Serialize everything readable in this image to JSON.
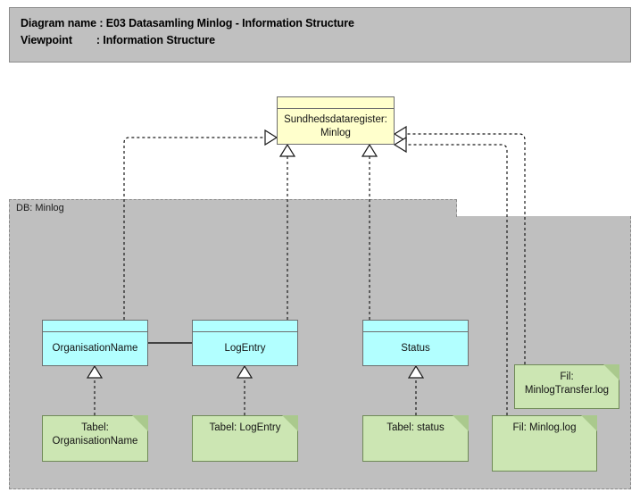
{
  "diagram": {
    "header": {
      "line1_label": "Diagram name",
      "line1_sep": ": ",
      "line1_value": "E03 Datasamling Minlog - Information Structure",
      "line1_full": "Diagram name : E03 Datasamling Minlog - Information Structure",
      "line2_label": "Viewpoint",
      "line2_sep": ": ",
      "line2_value": "Information Structure",
      "line2_full": "Viewpoint        : Information Structure"
    },
    "colors": {
      "header_fill": "#c0c0c0",
      "group_fill": "#bfbfbf",
      "business_object": "#ffffcc",
      "data_object": "#b2ffff",
      "artifact": "#cce6b3",
      "line": "#1a1a1a",
      "canvas": "#ffffff"
    },
    "group": {
      "name": "DB: Minlog"
    },
    "nodes": {
      "business_object": {
        "label": "Sundhedsdataregister: Minlog",
        "type": "business-object"
      },
      "data_objects": [
        {
          "label": "OrganisationName",
          "type": "data-object"
        },
        {
          "label": "LogEntry",
          "type": "data-object"
        },
        {
          "label": "Status",
          "type": "data-object"
        }
      ],
      "artifacts": [
        {
          "label": "Tabel: OrganisationName",
          "type": "artifact"
        },
        {
          "label": "Tabel: LogEntry",
          "type": "artifact"
        },
        {
          "label": "Tabel: status",
          "type": "artifact"
        },
        {
          "label": "Fil: MinlogTransfer.log",
          "type": "artifact"
        },
        {
          "label": "Fil: Minlog.log",
          "type": "artifact"
        }
      ]
    },
    "relations": [
      {
        "from": "OrganisationName",
        "to": "Sundhedsdataregister: Minlog",
        "type": "realization"
      },
      {
        "from": "LogEntry",
        "to": "Sundhedsdataregister: Minlog",
        "type": "realization"
      },
      {
        "from": "Status",
        "to": "Sundhedsdataregister: Minlog",
        "type": "realization"
      },
      {
        "from": "Fil: Minlog.log",
        "to": "Sundhedsdataregister: Minlog",
        "type": "realization"
      },
      {
        "from": "Fil: MinlogTransfer.log",
        "to": "Sundhedsdataregister: Minlog",
        "type": "realization"
      },
      {
        "from": "Tabel: OrganisationName",
        "to": "OrganisationName",
        "type": "realization"
      },
      {
        "from": "Tabel: LogEntry",
        "to": "LogEntry",
        "type": "realization"
      },
      {
        "from": "Tabel: status",
        "to": "Status",
        "type": "realization"
      },
      {
        "from": "OrganisationName",
        "to": "LogEntry",
        "type": "association"
      }
    ]
  }
}
